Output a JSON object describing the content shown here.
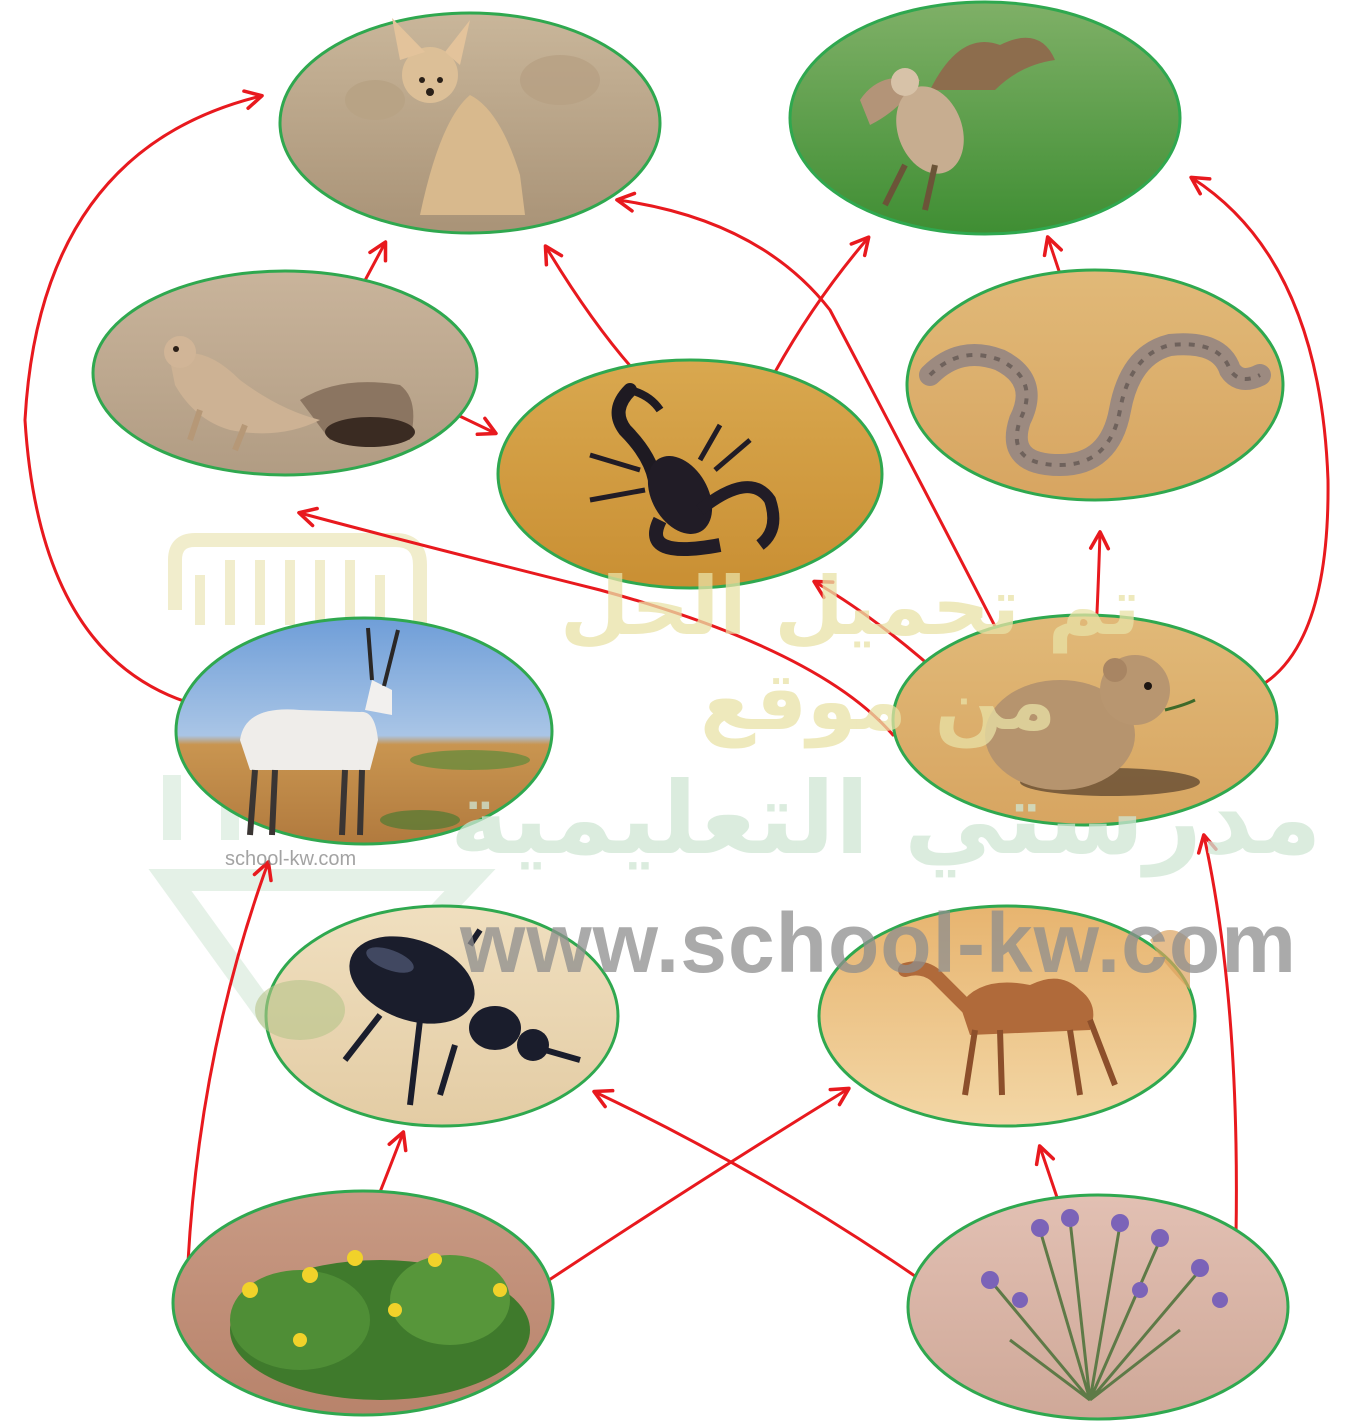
{
  "watermark": {
    "line1": "تم تحميل الحل",
    "line2": "من موقع",
    "line3": "مدرستي التعليمية",
    "url": "www.school-kw.com",
    "logo_url": "school-kw.com"
  },
  "colors": {
    "ellipse_border": "#2fa84f",
    "arrow": "#e8191e"
  },
  "organisms": [
    {
      "id": "fox",
      "icon": "fennec-fox-photo"
    },
    {
      "id": "hawk",
      "icon": "hawk-photo"
    },
    {
      "id": "lizard",
      "icon": "lizard-photo"
    },
    {
      "id": "scorpion",
      "icon": "scorpion-photo"
    },
    {
      "id": "snake",
      "icon": "snake-photo"
    },
    {
      "id": "oryx",
      "icon": "oryx-photo"
    },
    {
      "id": "jerboa",
      "icon": "desert-rodent-photo"
    },
    {
      "id": "beetle",
      "icon": "beetle-photo"
    },
    {
      "id": "camel",
      "icon": "camel-photo"
    },
    {
      "id": "yellow_plant",
      "icon": "yellow-flower-plant-photo"
    },
    {
      "id": "purple_plant",
      "icon": "purple-flower-plant-photo"
    }
  ],
  "links": [
    {
      "from": "lizard",
      "to": "fox"
    },
    {
      "from": "scorpion",
      "to": "fox"
    },
    {
      "from": "jerboa",
      "to": "fox"
    },
    {
      "from": "oryx",
      "to": "fox"
    },
    {
      "from": "scorpion",
      "to": "hawk"
    },
    {
      "from": "snake",
      "to": "hawk"
    },
    {
      "from": "jerboa",
      "to": "hawk"
    },
    {
      "from": "lizard",
      "to": "scorpion"
    },
    {
      "from": "jerboa",
      "to": "scorpion"
    },
    {
      "from": "jerboa",
      "to": "lizard"
    },
    {
      "from": "jerboa",
      "to": "snake"
    },
    {
      "from": "yellow_plant",
      "to": "oryx"
    },
    {
      "from": "yellow_plant",
      "to": "beetle"
    },
    {
      "from": "yellow_plant",
      "to": "camel"
    },
    {
      "from": "purple_plant",
      "to": "beetle"
    },
    {
      "from": "purple_plant",
      "to": "camel"
    },
    {
      "from": "purple_plant",
      "to": "jerboa"
    }
  ]
}
